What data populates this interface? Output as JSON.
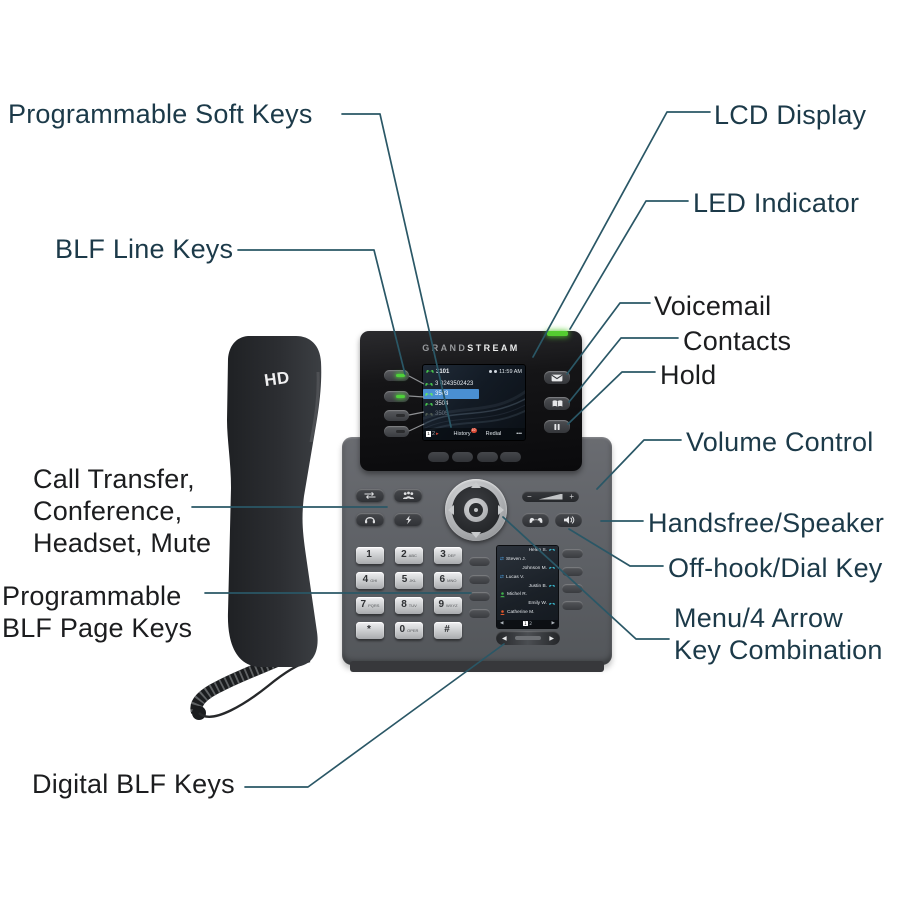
{
  "annotations": {
    "left": [
      {
        "text": "Programmable Soft Keys"
      },
      {
        "text": "BLF Line Keys"
      },
      {
        "text": "Call Transfer,\nConference,\nHeadset, Mute"
      },
      {
        "text": "Programmable\nBLF Page Keys"
      },
      {
        "text": "Digital BLF Keys"
      }
    ],
    "right": [
      {
        "text": "LCD Display"
      },
      {
        "text": "LED Indicator"
      },
      {
        "text": "Voicemail"
      },
      {
        "text": "Contacts"
      },
      {
        "text": "Hold"
      },
      {
        "text": "Volume Control"
      },
      {
        "text": "Handsfree/Speaker"
      },
      {
        "text": "Off-hook/Dial Key"
      },
      {
        "text": "Menu/4 Arrow\nKey Combination"
      }
    ]
  },
  "phone": {
    "brand": {
      "first": "GRAND",
      "second": "STREAM"
    },
    "handset_badge": "HD",
    "lcd": {
      "account": "3101",
      "time": "11:59 AM",
      "calls": [
        {
          "number": "3 0243502423"
        },
        {
          "number": "3503"
        },
        {
          "number": "3504"
        },
        {
          "number": "3505"
        }
      ],
      "softbar": {
        "page1": "1",
        "page2": "2",
        "arrow": "▸",
        "history": "History",
        "badge": "10",
        "redial": "Redial",
        "more": "•••"
      }
    },
    "volume": {
      "minus": "−",
      "plus": "+"
    },
    "keypad": [
      {
        "d": "1",
        "l": ""
      },
      {
        "d": "2",
        "l": "ABC"
      },
      {
        "d": "3",
        "l": "DEF"
      },
      {
        "d": "4",
        "l": "GHI"
      },
      {
        "d": "5",
        "l": "JKL"
      },
      {
        "d": "6",
        "l": "MNO"
      },
      {
        "d": "7",
        "l": "PQRS"
      },
      {
        "d": "8",
        "l": "TUV"
      },
      {
        "d": "9",
        "l": "WXYZ"
      },
      {
        "d": "*",
        "l": ""
      },
      {
        "d": "0",
        "l": "OPER"
      },
      {
        "d": "#",
        "l": ""
      }
    ],
    "blf": {
      "transfer_glyph": "⇄",
      "entries": [
        {
          "name": "Helen S."
        },
        {
          "name": "Steven J."
        },
        {
          "name": "Johnson M."
        },
        {
          "name": "Lucas V."
        },
        {
          "name": "Justin B."
        },
        {
          "name": "Michel R."
        },
        {
          "name": "Emily W."
        },
        {
          "name": "Catherine M."
        }
      ],
      "pager": {
        "prev": "◀",
        "page1": "1",
        "page2": "2",
        "next": "▶"
      }
    },
    "rocker": {
      "prev": "◀",
      "next": "▶"
    }
  },
  "colors": {
    "label_teal": "#1c3a49",
    "label_dark": "#1c1d1f",
    "leader_line": "#2a5766",
    "led_green": "#54cc30",
    "lcd_selected": "#4a8fd2",
    "history_badge": "#d94a35",
    "phone_body": "#5d6065"
  }
}
